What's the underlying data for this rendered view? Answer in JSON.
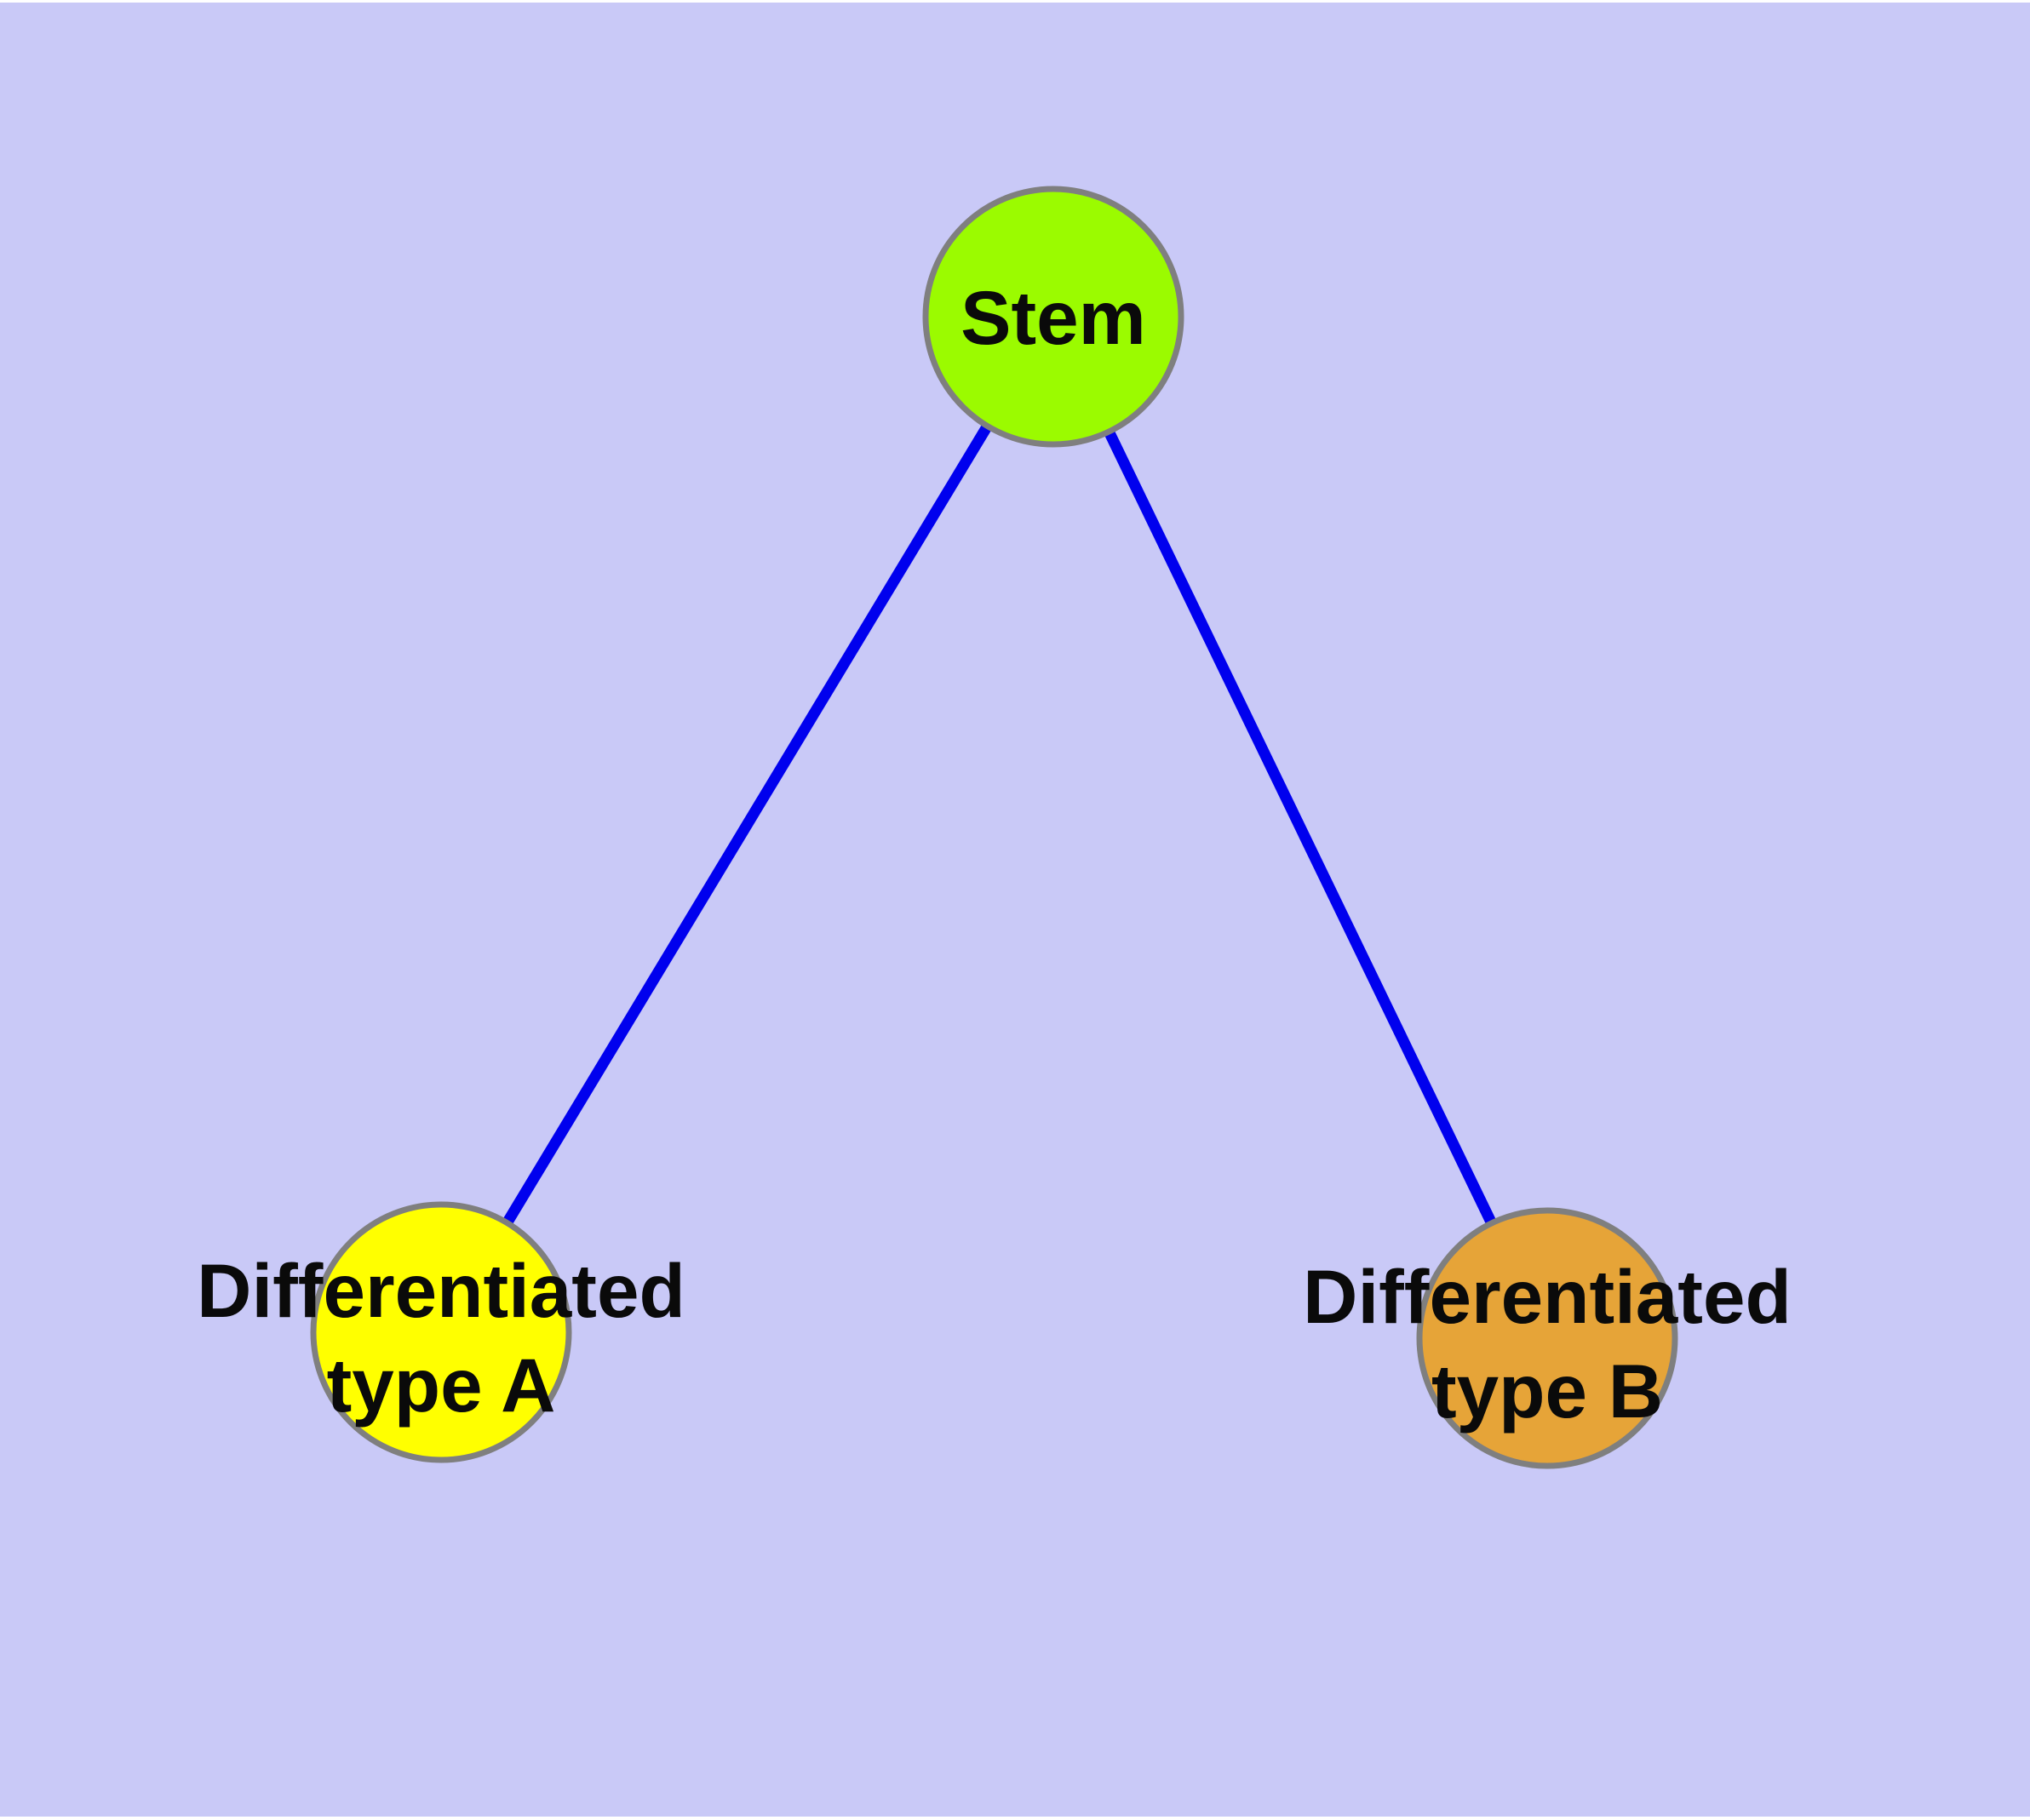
{
  "figure": {
    "title": "stem-cell-differentiation-graph",
    "background_color": "#C9C9F7",
    "canvas_edge_color": "#FFFFFF",
    "edge_color": "#0000EE",
    "node_border_color": "#7F7F7F",
    "label_color": "#0a0a0a",
    "nodes": {
      "stem": {
        "label": "Stem",
        "color": "#9BFB00"
      },
      "type_a": {
        "label_line1": "Differentiated",
        "label_line2": "type A",
        "color": "#FFFF00"
      },
      "type_b": {
        "label_line1": "Differentiated",
        "label_line2": "type B",
        "color": "#E6A438"
      }
    },
    "edges": [
      {
        "from": "Stem",
        "to": "Differentiated type A"
      },
      {
        "from": "Stem",
        "to": "Differentiated type B"
      }
    ]
  }
}
